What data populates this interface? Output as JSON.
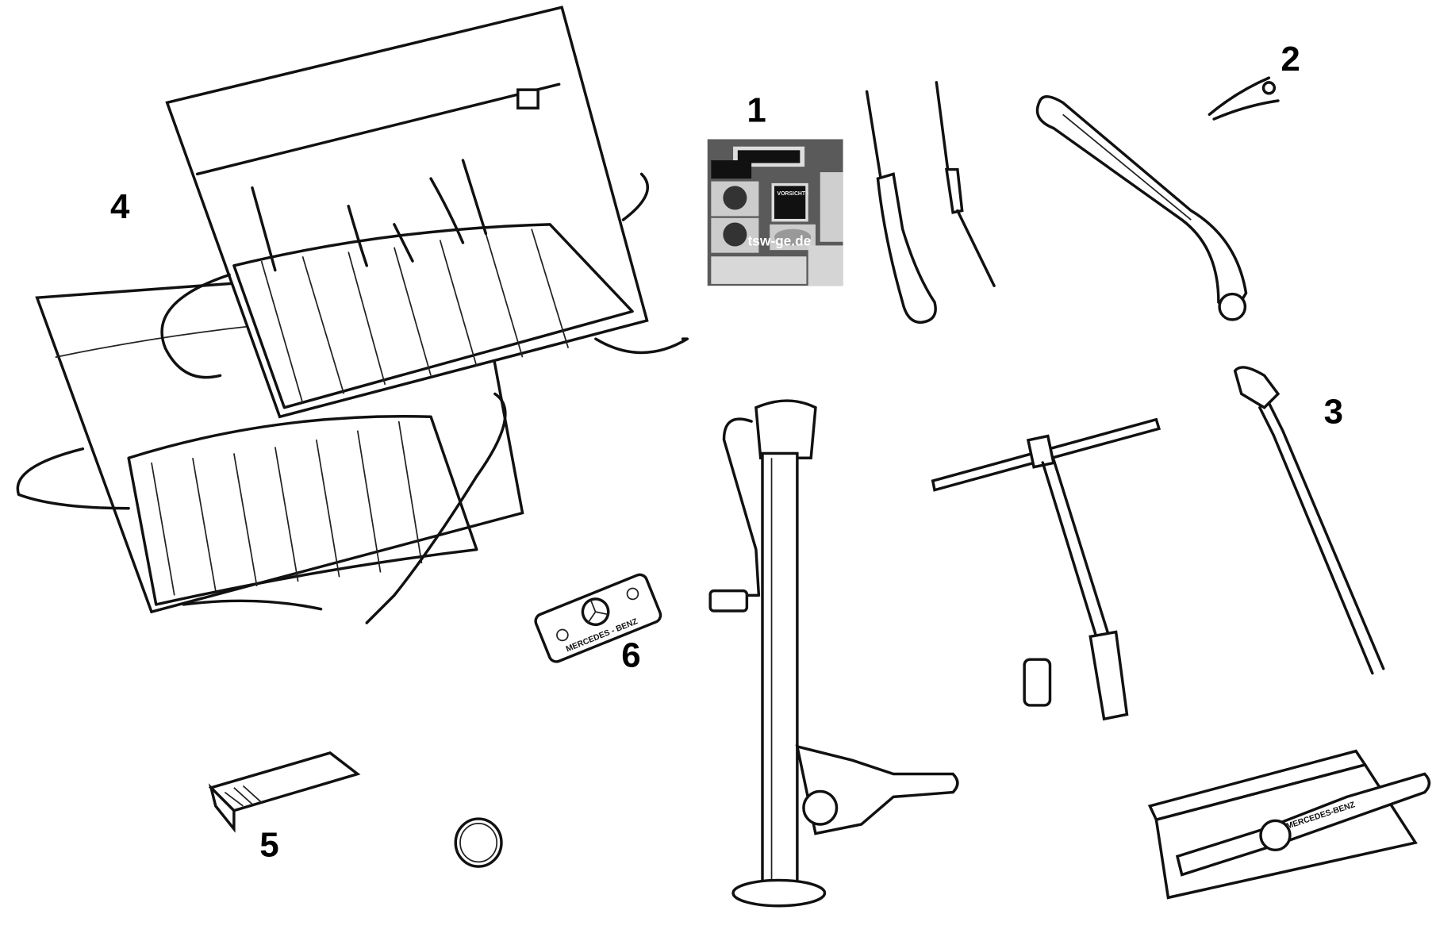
{
  "labels": {
    "item_1": "1",
    "item_2": "2",
    "item_3": "3",
    "item_4": "4",
    "item_5": "5",
    "item_6": "6"
  },
  "photo": {
    "watermark": "tsw-ge.de",
    "sticker_text": "VORSICHT !"
  },
  "keychain_text": "MERCEDES - BENZ",
  "torque_wrench_text": "MERCEDES-BENZ",
  "colors": {
    "line": "#111111",
    "photo_bg": "#5a5a5a"
  }
}
